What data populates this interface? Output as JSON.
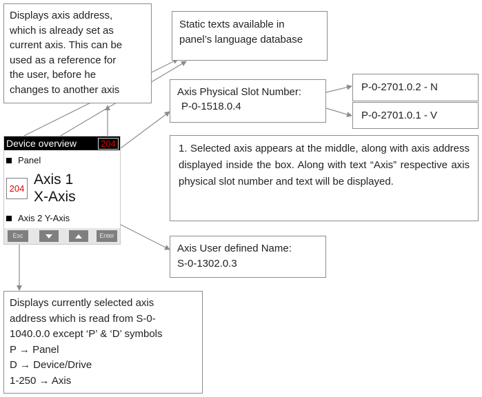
{
  "notes": {
    "axis_address": [
      "Displays axis address,",
      "which is already set as",
      "current axis. This can be",
      "used as a reference for",
      "the user, before he",
      "changes to another axis"
    ],
    "static_texts": [
      "Static texts available in",
      "panel’s language database"
    ],
    "slot_number": [
      "Axis Physical Slot Number:",
      "P-0-1518.0.4"
    ],
    "slot_n": "P-0-2701.0.2 - N",
    "slot_v": "P-0-2701.0.1 - V",
    "selected_axis": "1. Selected axis appears at the middle, along with axis address displayed inside the box. Along with text “Axis” respective axis physical slot number and text will be displayed.",
    "user_name": [
      "Axis User defined Name:",
      "S-0-1302.0.3"
    ],
    "current_axis": [
      "Displays currently selected axis",
      "address which is read from S-0-",
      "1040.0.0 except ‘P’ & ‘D’ symbols",
      "P → Panel",
      "D → Device/Drive",
      "1-250 → Axis"
    ]
  },
  "panel": {
    "title": "Device overview",
    "badge": "204",
    "row_panel": "Panel",
    "axis_box": "204",
    "axis_name": "Axis 1",
    "axis_type": "X-Axis",
    "row_axis2": "Axis 2 Y-Axis",
    "buttons": {
      "esc": "Esc",
      "enter": "Enter"
    },
    "button_icons": {
      "down": "arrow-down-icon",
      "up": "arrow-up-icon"
    }
  },
  "colors": {
    "highlight_red": "#e00000",
    "header_black": "#000000",
    "button_gray": "#7f7f7f"
  }
}
